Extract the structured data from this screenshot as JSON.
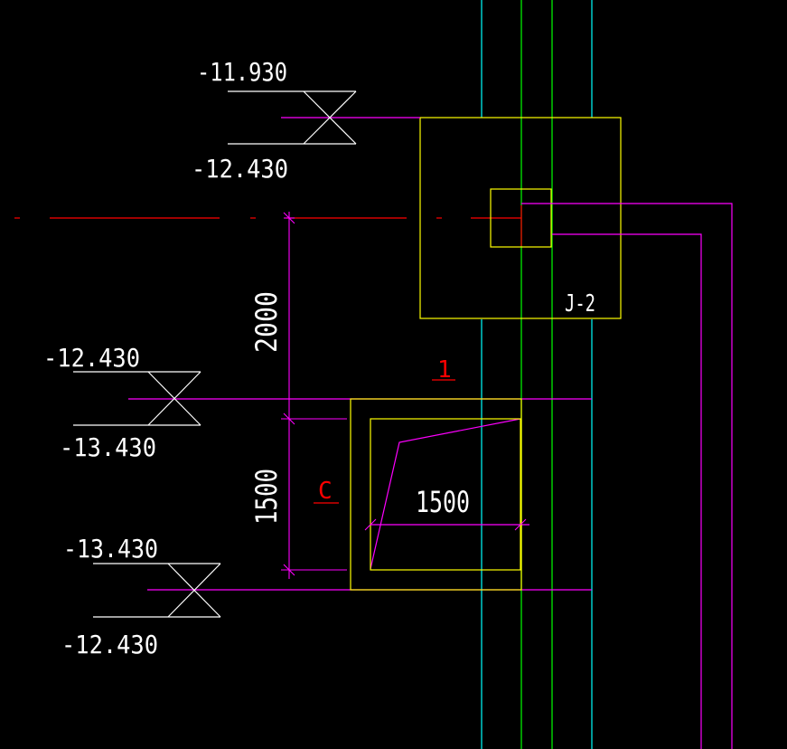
{
  "colors": {
    "background": "#000000",
    "cyan": "#00ffff",
    "green": "#00ff00",
    "yellow": "#ffff00",
    "magenta": "#ff00ff",
    "red": "#ff0000",
    "white": "#ffffff"
  },
  "elevation_markers": [
    {
      "top": "-11.930",
      "bottom": "-12.430"
    },
    {
      "top": "-12.430",
      "bottom": "-13.430"
    },
    {
      "top": "-13.430",
      "bottom": "-12.430"
    }
  ],
  "labels": {
    "foundation_tag": "J-2",
    "section_mark": "1",
    "pit_mark": "C"
  },
  "dimensions": {
    "vertical_upper": "2000",
    "vertical_lower": "1500",
    "pit_width": "1500"
  }
}
